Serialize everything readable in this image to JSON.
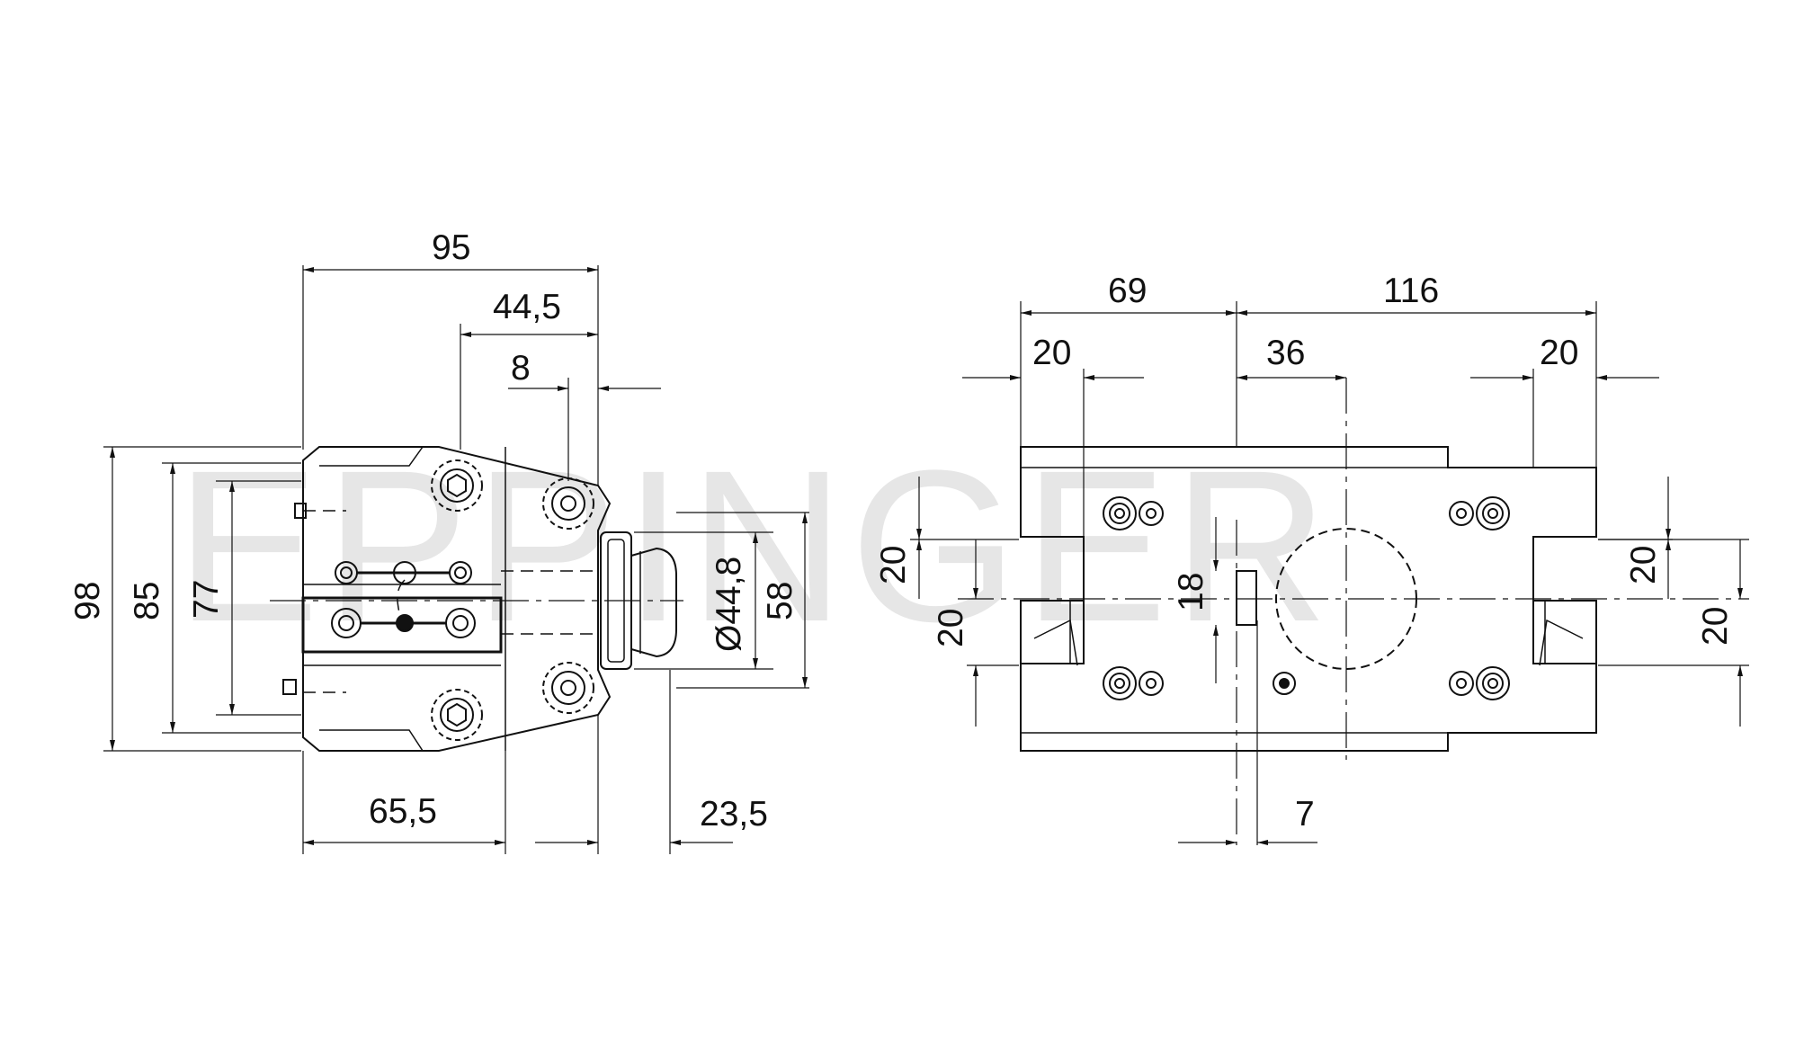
{
  "watermark": "EPPINGER",
  "left_view": {
    "dims": {
      "w95": "95",
      "w44_5": "44,5",
      "w8": "8",
      "h98": "98",
      "h85": "85",
      "h77": "77",
      "d44_8": "Ø44,8",
      "h58": "58",
      "w65_5": "65,5",
      "w23_5": "23,5"
    }
  },
  "right_view": {
    "dims": {
      "w69": "69",
      "w116": "116",
      "w20_left": "20",
      "w36": "36",
      "w20_right": "20",
      "v20_upper_left": "20",
      "v20_lower_left": "20",
      "v18": "18",
      "v20_upper_right": "20",
      "v20_lower_right": "20",
      "w7": "7"
    }
  }
}
